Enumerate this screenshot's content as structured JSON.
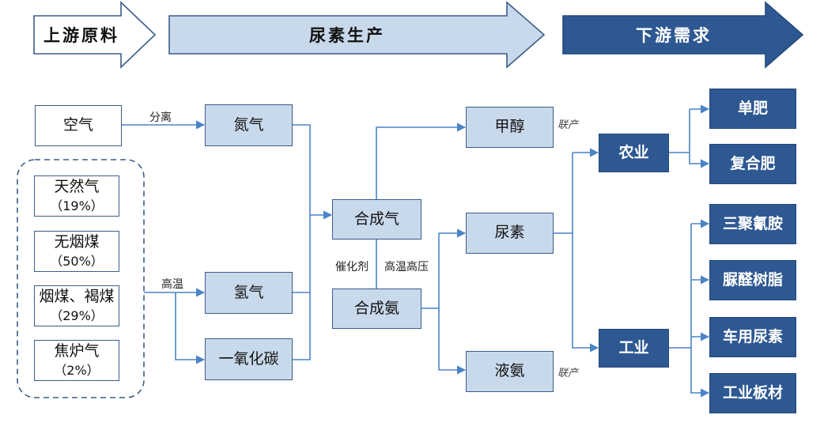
{
  "stages": {
    "upstream": "上游原料",
    "production": "尿素生产",
    "downstream": "下游需求"
  },
  "raw": {
    "air": "空气",
    "natural_gas": "天然气",
    "natural_gas_pct": "（19%）",
    "anthracite": "无烟煤",
    "anthracite_pct": "（50%）",
    "bituminous": "烟煤、褐煤",
    "bituminous_pct": "（29%）",
    "coke_gas": "焦炉气",
    "coke_gas_pct": "（2%）"
  },
  "process": {
    "nitrogen": "氮气",
    "hydrogen": "氢气",
    "co": "一氧化碳",
    "syngas": "合成气",
    "ammonia_syn": "合成氨",
    "methanol": "甲醇",
    "urea": "尿素",
    "liquid_ammonia": "液氨"
  },
  "labels": {
    "separation": "分离",
    "high_temp": "高温",
    "catalyst": "催化剂",
    "high_temp_pressure": "高温高压",
    "coproduct1": "联产",
    "coproduct2": "联产"
  },
  "demand": {
    "agriculture": "农业",
    "industry": "工业",
    "single_fert": "单肥",
    "compound_fert": "复合肥",
    "melamine": "三聚氰胺",
    "urea_resin": "脲醛树脂",
    "vehicle_urea": "车用尿素",
    "industrial_board": "工业板材"
  },
  "colors": {
    "arrow_white": "#ffffff",
    "arrow_light": "#c9d9ec",
    "arrow_dark": "#2e5892",
    "line": "#4a84c7"
  }
}
